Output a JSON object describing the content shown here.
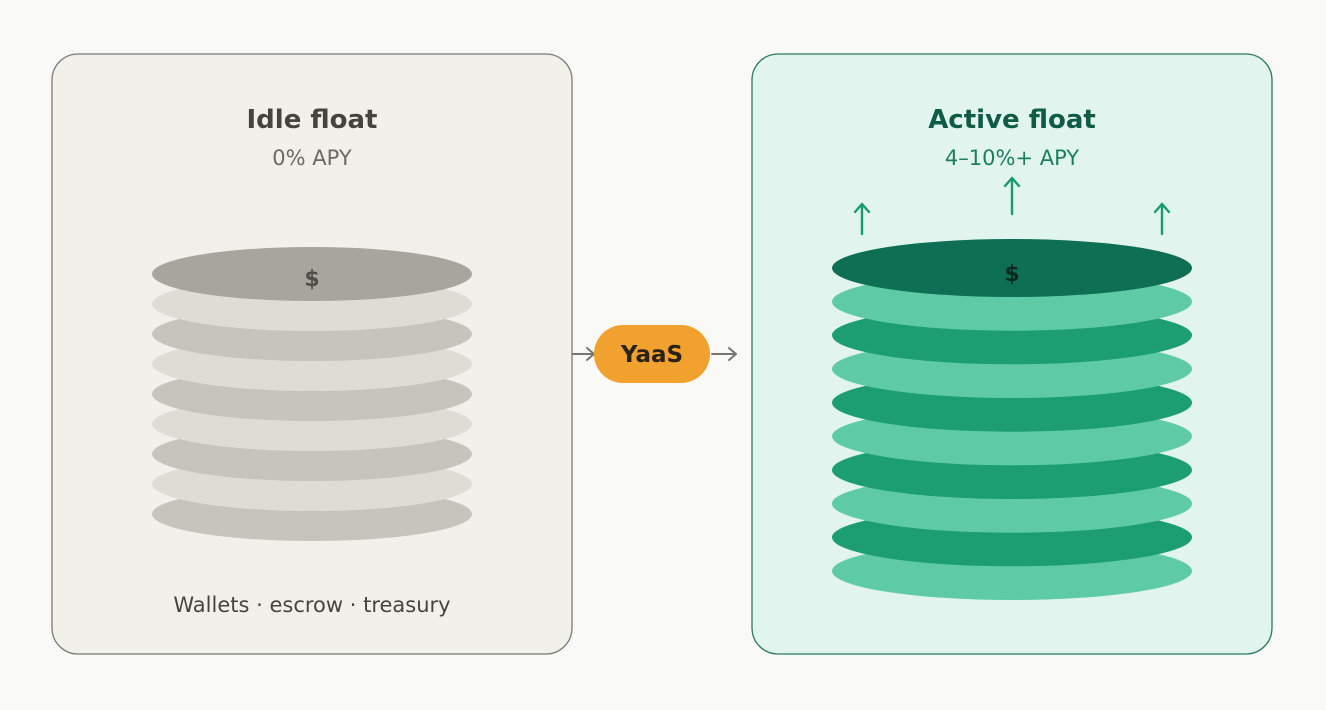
{
  "idle": {
    "title": "Idle float",
    "subtitle": "0% APY",
    "coin_symbol": "$",
    "caption": "Wallets · escrow · treasury",
    "colors": {
      "panel_fill": "#f2f0ea",
      "panel_stroke": "#7a7a74",
      "top": "#a7a69e",
      "light": "#dedcd5",
      "dark": "#c6c4bc",
      "title": "#45453f",
      "subtitle": "#6a6a64",
      "symbol": "#4f4f4a"
    }
  },
  "connector": {
    "label": "YaaS",
    "colors": {
      "pill": "#f0a12e",
      "text": "#2a2217",
      "arrow": "#76766f"
    }
  },
  "active": {
    "title": "Active float",
    "subtitle": "4–10%+ APY",
    "coin_symbol": "$",
    "colors": {
      "panel_fill": "#e1f5ee",
      "panel_stroke": "#2a7a5c",
      "top": "#0e6f55",
      "light": "#5ecba6",
      "dark": "#1c9e72",
      "title": "#0f5b44",
      "subtitle": "#1b7f5e",
      "arrow": "#1a9b6c",
      "symbol": "#082a20"
    }
  }
}
